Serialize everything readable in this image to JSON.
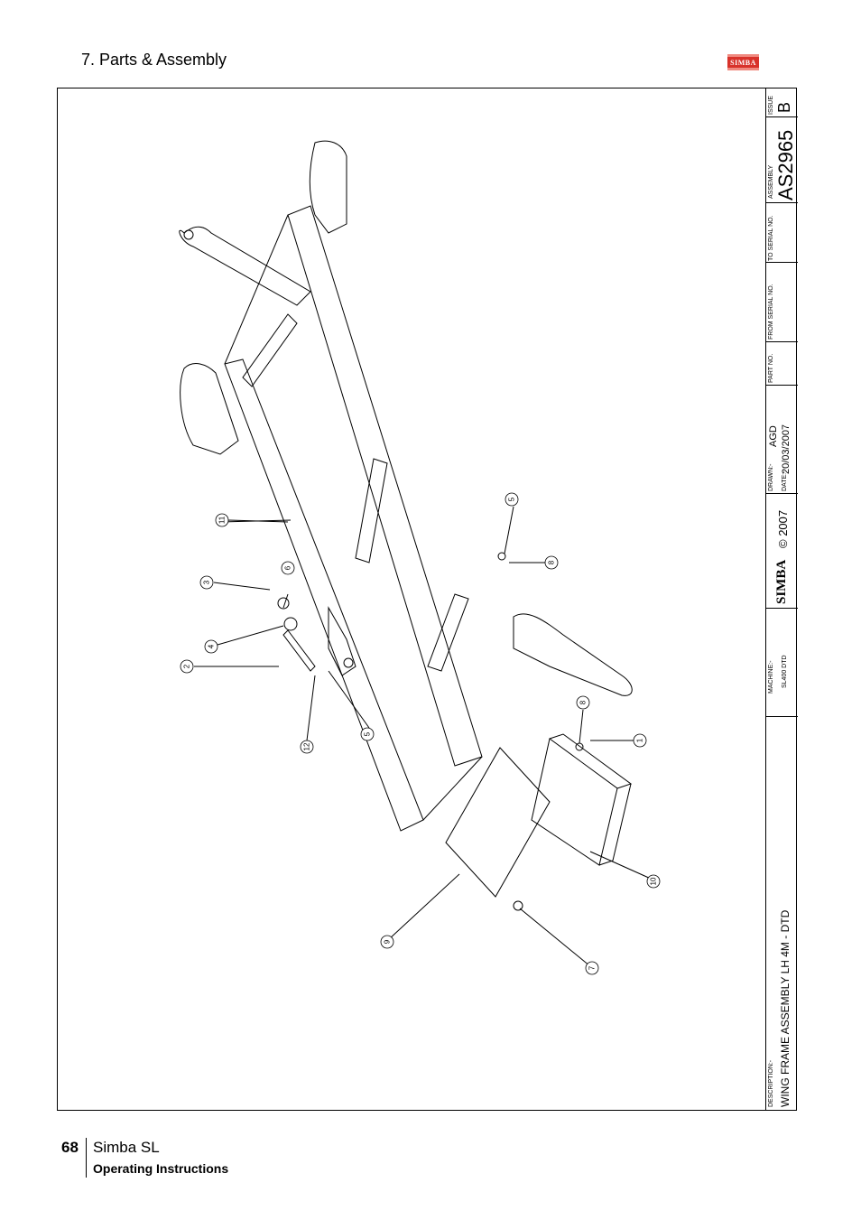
{
  "header": {
    "section_title": "7. Parts & Assembly",
    "logo_text": "SIMBA"
  },
  "title_block": {
    "description_label": "DESCRIPTION:-",
    "description": "WING FRAME ASSEMBLY LH 4M - DTD",
    "machine_label": "MACHINE:-",
    "machine": "SL400 DTD",
    "brand": "SIMBA",
    "copyright": "© 2007",
    "drawn_label": "DRAWN:-",
    "drawn_by": "AGD",
    "date_label": "DATE:-",
    "date": "20/03/2007",
    "part_no_label": "PART NO.",
    "from_serial_label": "FROM SERIAL NO.",
    "to_serial_label": "TO SERIAL NO.",
    "assembly_label": "ASSEMBLY",
    "assembly": "AS2965",
    "issue_label": "ISSUE",
    "issue": "B"
  },
  "callouts": [
    "1",
    "2",
    "3",
    "4",
    "5",
    "5",
    "6",
    "7",
    "8",
    "8",
    "9",
    "10",
    "11",
    "12"
  ],
  "footer": {
    "page_number": "68",
    "brand": "Simba SL",
    "subtitle": "Operating Instructions"
  },
  "colors": {
    "logo_red": "#d8322a",
    "ink": "#000000"
  }
}
